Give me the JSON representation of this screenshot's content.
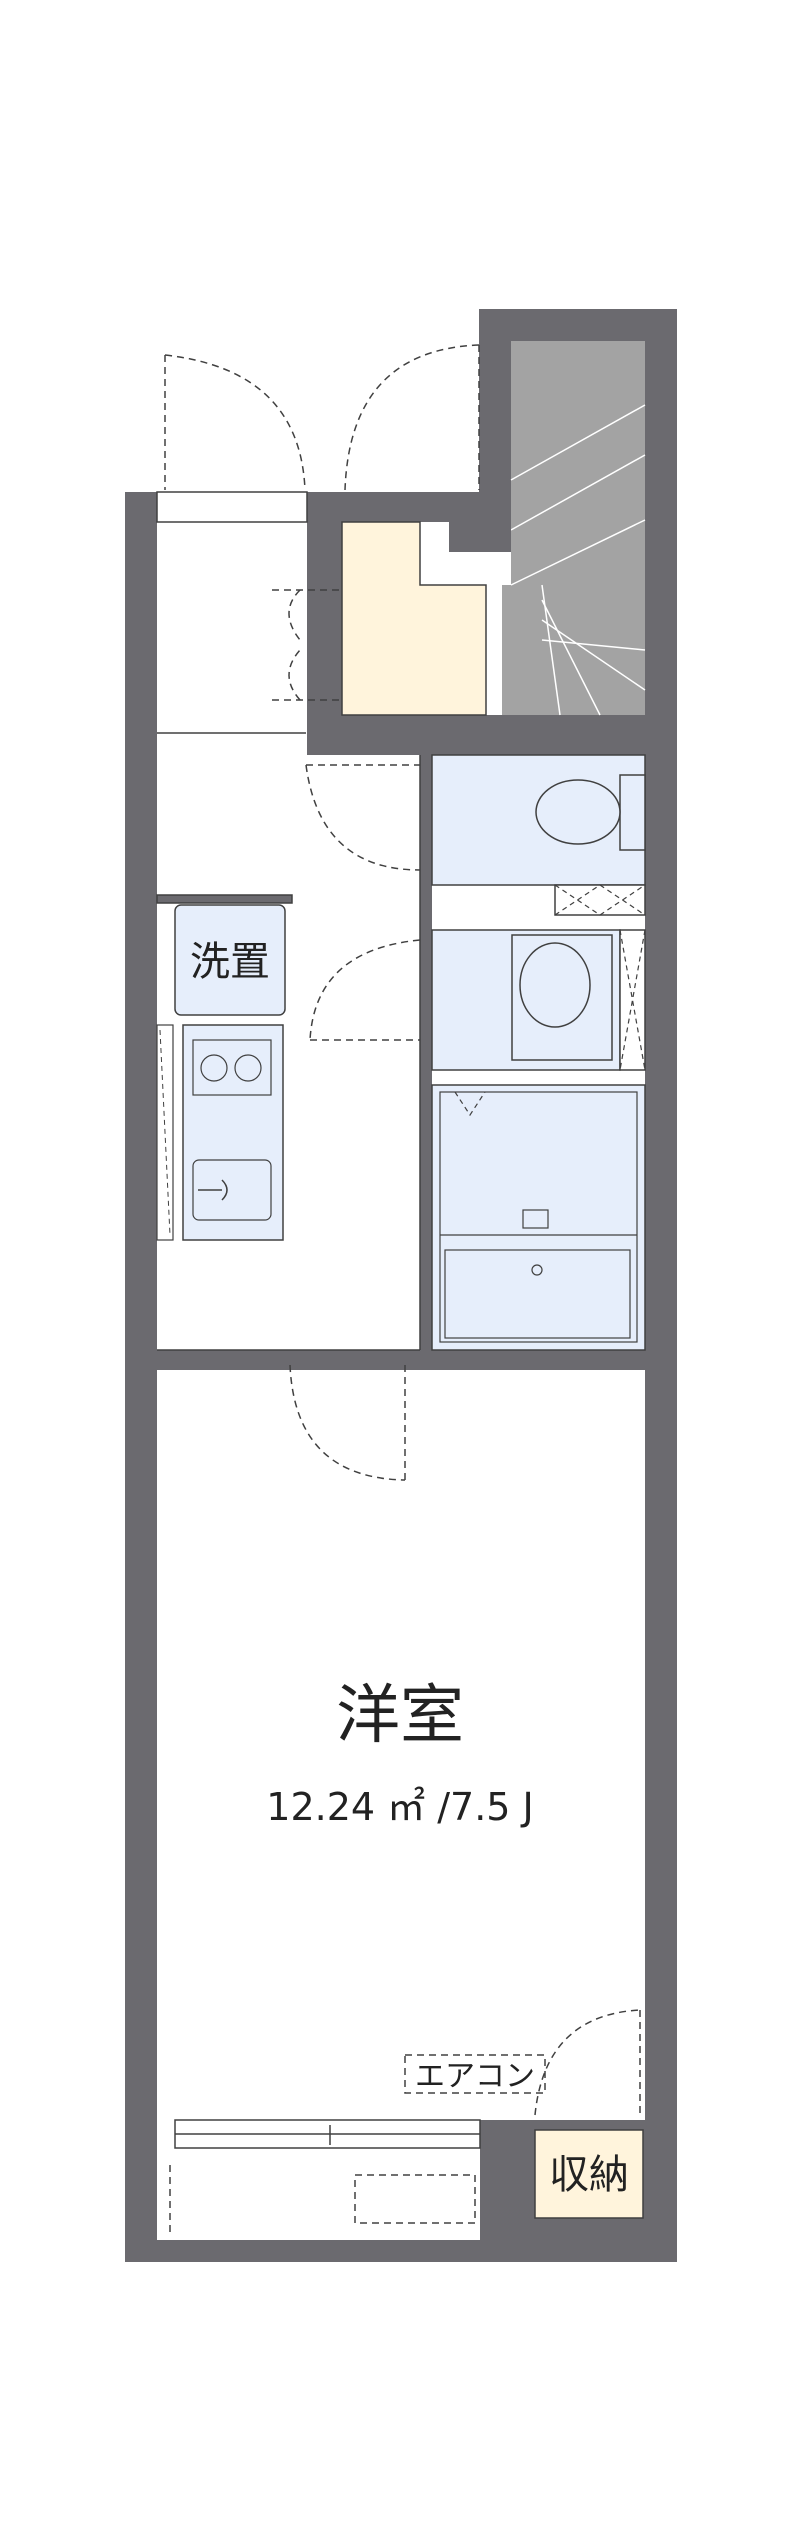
{
  "plan": {
    "room_name": "洋室",
    "room_size": "12.24 ㎡ /7.5 J",
    "storage_label": "収納",
    "laundry_label": "洗置",
    "aircon_label": "エアコン"
  },
  "colors": {
    "wall": "#6b6a6f",
    "wet_area": "#e6eefb",
    "entrance": "#fff4dc",
    "stairs": "#a3a3a3",
    "storage": "#fff4dc",
    "line": "#404040",
    "dash": "#404040",
    "floor": "#ffffff"
  }
}
